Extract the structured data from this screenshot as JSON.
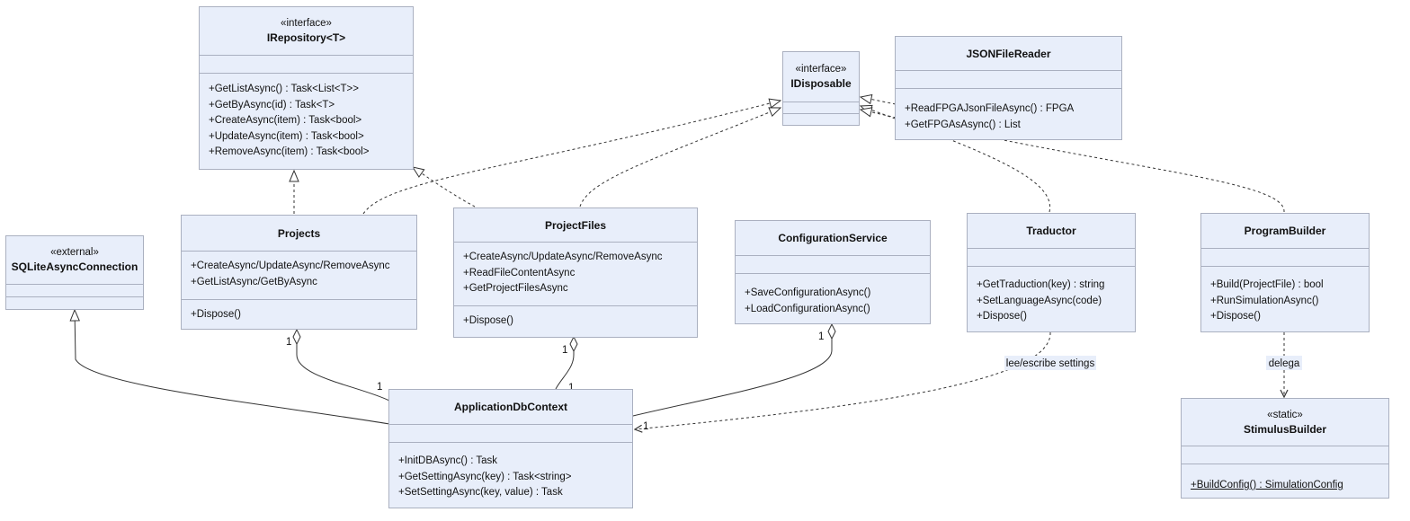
{
  "classes": {
    "irepository": {
      "stereotype": "«interface»",
      "name": "IRepository<T>",
      "methods": [
        "+GetListAsync() : Task<List<T>>",
        "+GetByAsync(id) : Task<T>",
        "+CreateAsync(item) : Task<bool>",
        "+UpdateAsync(item) : Task<bool>",
        "+RemoveAsync(item) : Task<bool>"
      ]
    },
    "idisposable": {
      "stereotype": "«interface»",
      "name": "IDisposable"
    },
    "jsonfilereader": {
      "name": "JSONFileReader",
      "methods": [
        "+ReadFPGAJsonFileAsync() : FPGA",
        "+GetFPGAsAsync() : List"
      ]
    },
    "sqlite": {
      "stereotype": "«external»",
      "name": "SQLiteAsyncConnection"
    },
    "projects": {
      "name": "Projects",
      "methods": [
        "+CreateAsync/UpdateAsync/RemoveAsync",
        "+GetListAsync/GetByAsync"
      ],
      "methods2": [
        "+Dispose()"
      ]
    },
    "projectfiles": {
      "name": "ProjectFiles",
      "methods": [
        "+CreateAsync/UpdateAsync/RemoveAsync",
        "+ReadFileContentAsync",
        "+GetProjectFilesAsync"
      ],
      "methods2": [
        "+Dispose()"
      ]
    },
    "configservice": {
      "name": "ConfigurationService",
      "methods": [
        "+SaveConfigurationAsync()",
        "+LoadConfigurationAsync()"
      ]
    },
    "traductor": {
      "name": "Traductor",
      "methods": [
        "+GetTraduction(key) : string",
        "+SetLanguageAsync(code)",
        "+Dispose()"
      ]
    },
    "programbuilder": {
      "name": "ProgramBuilder",
      "methods": [
        "+Build(ProjectFile) : bool",
        "+RunSimulationAsync()",
        "+Dispose()"
      ]
    },
    "stimulusbuilder": {
      "stereotype": "«static»",
      "name": "StimulusBuilder",
      "methods": [
        "+BuildConfig() : SimulationConfig"
      ]
    },
    "appdbcontext": {
      "name": "ApplicationDbContext",
      "methods": [
        "+InitDBAsync() : Task",
        "+GetSettingAsync(key) : Task<string>",
        "+SetSettingAsync(key, value) : Task"
      ]
    }
  },
  "relations": {
    "multiplicity": "1",
    "traductor_label": "lee/escribe settings",
    "programbuilder_label": "delega"
  }
}
